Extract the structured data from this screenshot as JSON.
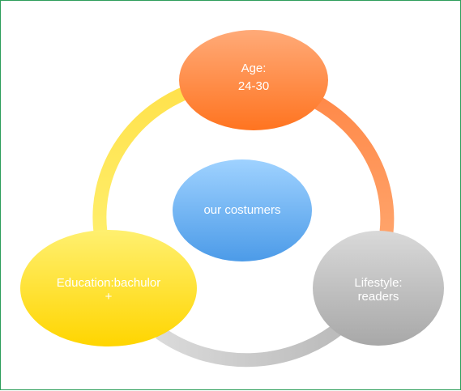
{
  "diagram": {
    "center": {
      "label": "our costumers"
    },
    "nodes": [
      {
        "id": "age",
        "lines": [
          "Age:",
          "24-30"
        ],
        "color": "#FF7F32"
      },
      {
        "id": "lifestyle",
        "lines": [
          "Lifestyle:",
          "readers"
        ],
        "color": "#BDBDBD"
      },
      {
        "id": "education",
        "lines": [
          "Education:bachulor",
          "+"
        ],
        "color": "#FFD700"
      }
    ],
    "center_color": "#5AA9F2"
  }
}
